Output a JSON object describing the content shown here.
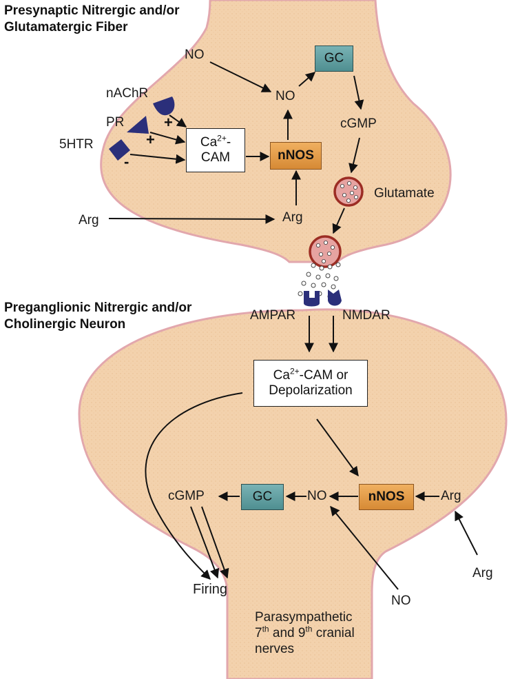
{
  "headers": {
    "presynaptic_line1": "Presynaptic Nitrergic and/or",
    "presynaptic_line2": "Glutamatergic Fiber",
    "preganglionic_line1": "Preganglionic Nitrergic and/or",
    "preganglionic_line2": "Cholinergic Neuron"
  },
  "presynaptic": {
    "no_external": "NO",
    "no": "NO",
    "gc": "GC",
    "cgmp": "cGMP",
    "nachr": "nAChR",
    "pr": "PR",
    "htr": "5HTR",
    "plus1": "+",
    "plus2": "+",
    "minus": "-",
    "ca_base": "Ca",
    "ca_sup": "2+",
    "ca_tail": "-",
    "cam": "CAM",
    "nnos": "nNOS",
    "glutamate": "Glutamate",
    "arg_outside": "Arg",
    "arg_inside": "Arg"
  },
  "synapse": {
    "ampar": "AMPAR",
    "nmdar": "NMDAR"
  },
  "postsynaptic": {
    "ca_base": "Ca",
    "ca_sup": "2+",
    "ca_tail": "-CAM or",
    "depolarization": "Depolarization",
    "cgmp": "cGMP",
    "gc": "GC",
    "no": "NO",
    "nnos": "nNOS",
    "arg_inside": "Arg",
    "arg_outside": "Arg",
    "no_external": "NO",
    "firing": "Firing"
  },
  "nerves": {
    "line1": "Parasympathetic",
    "line2_a": "7",
    "line2_sup1": "th",
    "line2_b": " and 9",
    "line2_sup2": "th",
    "line2_c": " cranial",
    "line3": "nerves"
  },
  "colors": {
    "cell_fill": "#f3d2ad",
    "cell_edge": "#e2a7ad",
    "receptor": "#2b2f7a",
    "vesicle": "#a8443c",
    "gc_box": "#5f9ea0",
    "nnos_box": "#e09a45"
  }
}
